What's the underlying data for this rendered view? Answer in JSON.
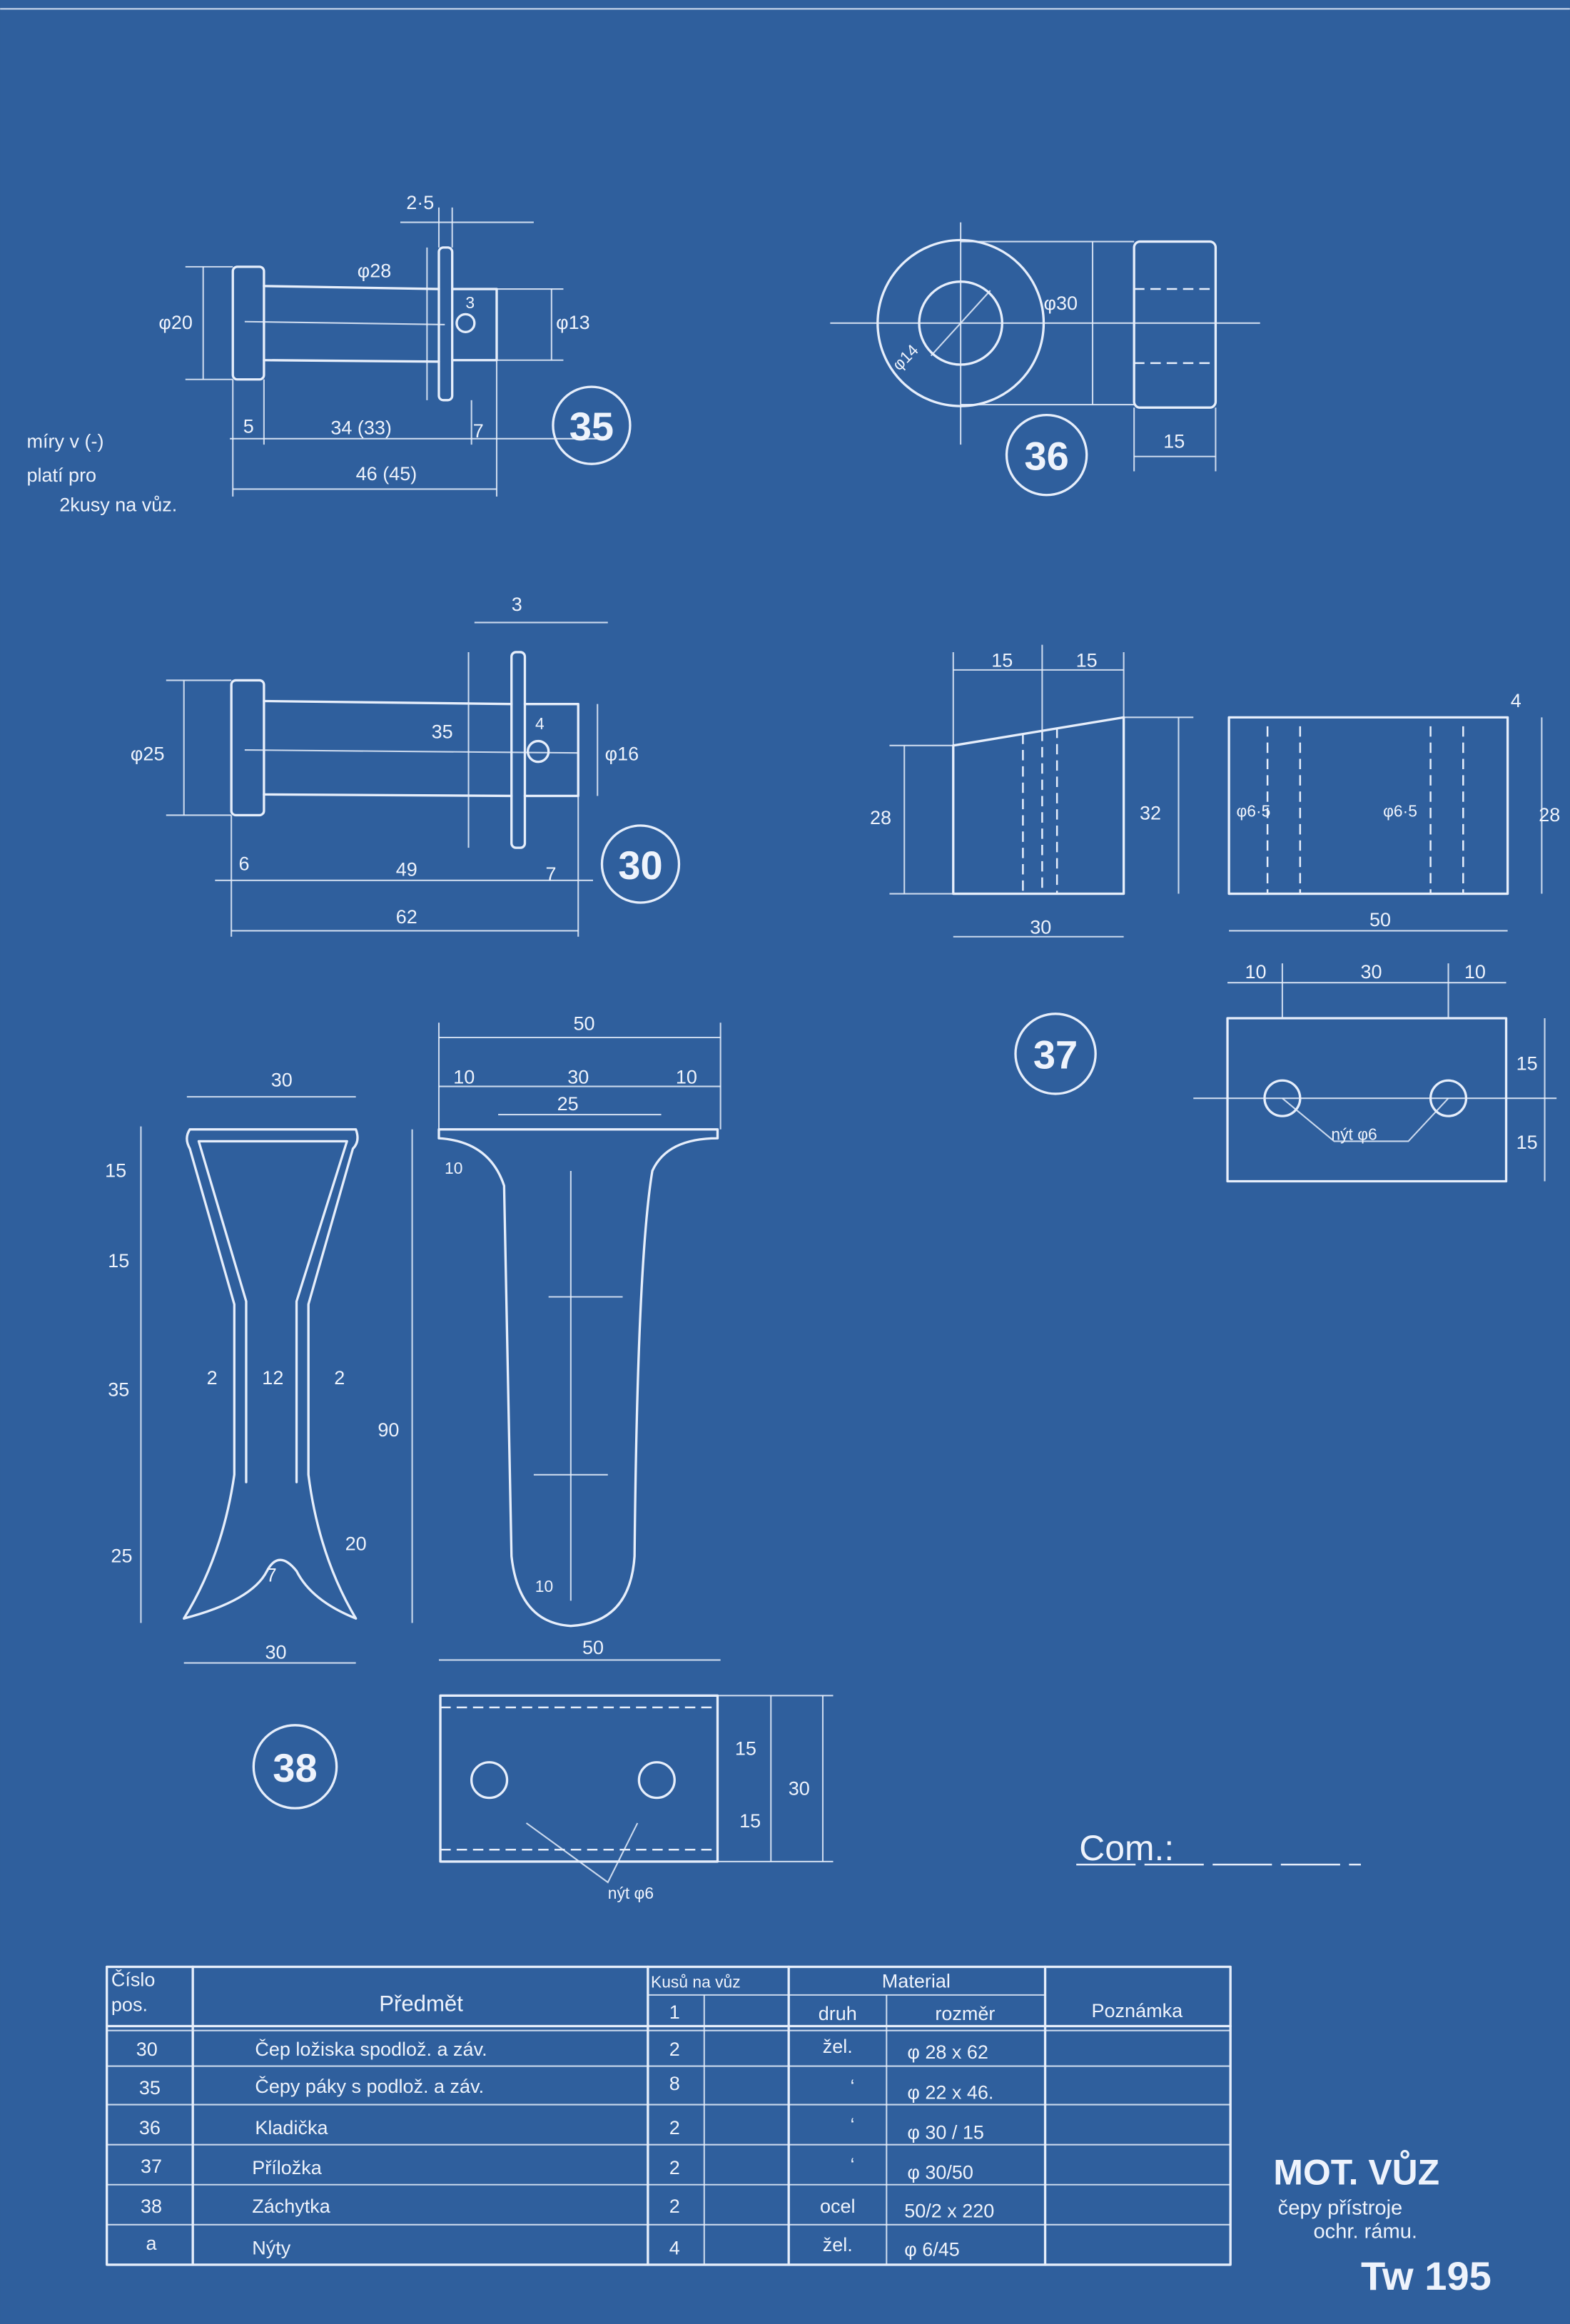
{
  "note": {
    "line1": "míry v (-)",
    "line2": "platí pro",
    "line3": "2kusy na vůz."
  },
  "part35": {
    "pos": "35",
    "d_head": "φ20",
    "d_flange": "φ28",
    "d_end": "φ13",
    "flange_t": "2·5",
    "hole": "3",
    "len_head": "5",
    "len_shaft": "34 (33)",
    "len_end": "7",
    "len_total": "46 (45)"
  },
  "part36": {
    "pos": "36",
    "d_outer": "φ30",
    "d_inner": "φ14",
    "width": "15"
  },
  "part30": {
    "pos": "30",
    "d_head": "φ25",
    "d_flange": "35",
    "hole": "4",
    "d_end": "φ16",
    "flange_t": "3",
    "len_head": "6",
    "len_shaft": "49",
    "len_end": "7",
    "len_total": "62"
  },
  "part37": {
    "pos": "37",
    "top_a": "15",
    "top_b": "15",
    "h_left": "28",
    "h_right": "32",
    "width_front": "30",
    "hole_a": "φ6·5",
    "hole_b": "φ6·5",
    "top_off": "4",
    "h_side": "28",
    "width_side": "50",
    "sp_a": "10",
    "sp_b": "30",
    "sp_c": "10",
    "v_a": "15",
    "v_b": "15",
    "rivet": "nýt φ6"
  },
  "part38": {
    "pos": "38",
    "w_top": "30",
    "h1": "15",
    "h2": "15",
    "h3": "35",
    "t1": "2",
    "gap": "12",
    "t2": "2",
    "h_total": "90",
    "h4": "25",
    "r20": "20",
    "foot": "7",
    "w_bottom": "30",
    "w_total": "50",
    "s1": "10",
    "s2": "30",
    "s3": "10",
    "inner": "25",
    "r_top": "10",
    "r_bottom": "10",
    "plan_w": "50",
    "plan_v1": "15",
    "plan_h": "30",
    "plan_v2": "15",
    "rivet": "nýt φ6"
  },
  "com_label": "Com.:",
  "table": {
    "headers": {
      "pos_a": "Číslo",
      "pos_b": "pos.",
      "item": "Předmět",
      "qty": "Kusů na vůz",
      "qty_sub": "1",
      "material": "Material",
      "kind": "druh",
      "size": "rozměr",
      "note": "Poznámka"
    },
    "rows": [
      {
        "pos": "30",
        "item": "Čep ložiska spodlož. a záv.",
        "qty": "2",
        "kind": "žel.",
        "size": "φ 28 x 62",
        "note": ""
      },
      {
        "pos": "35",
        "item": "Čepy páky s podlož. a záv.",
        "qty": "8",
        "kind": "‘",
        "size": "φ 22 x 46.",
        "note": ""
      },
      {
        "pos": "36",
        "item": "Kladička",
        "qty": "2",
        "kind": "‘",
        "size": "φ 30 / 15",
        "note": ""
      },
      {
        "pos": "37",
        "item": "Příložka",
        "qty": "2",
        "kind": "‘",
        "size": "φ 30/50",
        "note": ""
      },
      {
        "pos": "38",
        "item": "Záchytka",
        "qty": "2",
        "kind": "ocel",
        "size": "50/2 x 220",
        "note": ""
      },
      {
        "pos": "a",
        "item": "Nýty",
        "qty": "4",
        "kind": "žel.",
        "size": "φ 6/45",
        "note": ""
      }
    ]
  },
  "title_block": {
    "title": "MOT. VŮZ",
    "sub1": "čepy přístroje",
    "sub2": "ochr. rámu.",
    "number": "Tw 195"
  }
}
